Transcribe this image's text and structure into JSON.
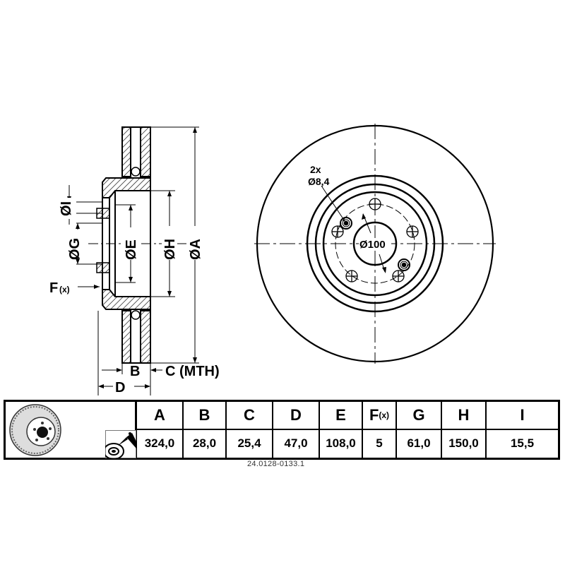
{
  "drawing": {
    "side_view_labels": {
      "dia_I": "ØI",
      "dia_G": "ØG",
      "dia_E": "ØE",
      "dia_H": "ØH",
      "dia_A": "ØA",
      "F": "F",
      "F_sub": "(x)",
      "B": "B",
      "C": "C (MTH)",
      "D": "D"
    },
    "front_view_labels": {
      "hole_count": "2x",
      "hole_dia": "Ø8,4",
      "center_dia": "Ø100"
    }
  },
  "table": {
    "columns": [
      {
        "key": "A",
        "label": "A",
        "value": "324,0"
      },
      {
        "key": "B",
        "label": "B",
        "value": "28,0"
      },
      {
        "key": "C",
        "label": "C",
        "value": "25,4"
      },
      {
        "key": "D",
        "label": "D",
        "value": "47,0"
      },
      {
        "key": "E",
        "label": "E",
        "value": "108,0"
      },
      {
        "key": "F",
        "label": "F",
        "label_sub": "(x)",
        "value": "5"
      },
      {
        "key": "G",
        "label": "G",
        "value": "61,0"
      },
      {
        "key": "H",
        "label": "H",
        "value": "150,0"
      },
      {
        "key": "I",
        "label": "I",
        "value": "15,5"
      }
    ],
    "icons": [
      "brake-disc-icon",
      "spray-coating-icon"
    ]
  },
  "part_number": "24.0128-0133.1"
}
